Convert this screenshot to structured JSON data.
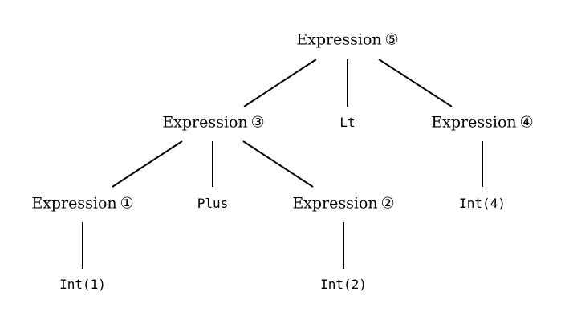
{
  "tree": {
    "nodes": {
      "expr5": {
        "label": "Expression",
        "badge": "⑤"
      },
      "expr3": {
        "label": "Expression",
        "badge": "③"
      },
      "lt": {
        "label": "Lt"
      },
      "expr4": {
        "label": "Expression",
        "badge": "④"
      },
      "expr1": {
        "label": "Expression",
        "badge": "①"
      },
      "plus": {
        "label": "Plus"
      },
      "expr2": {
        "label": "Expression",
        "badge": "②"
      },
      "int4": {
        "label": "Int(4)"
      },
      "int1": {
        "label": "Int(1)"
      },
      "int2": {
        "label": "Int(2)"
      }
    },
    "edges": [
      [
        "expr5",
        "expr3"
      ],
      [
        "expr5",
        "lt"
      ],
      [
        "expr5",
        "expr4"
      ],
      [
        "expr3",
        "expr1"
      ],
      [
        "expr3",
        "plus"
      ],
      [
        "expr3",
        "expr2"
      ],
      [
        "expr4",
        "int4"
      ],
      [
        "expr1",
        "int1"
      ],
      [
        "expr2",
        "int2"
      ]
    ]
  }
}
